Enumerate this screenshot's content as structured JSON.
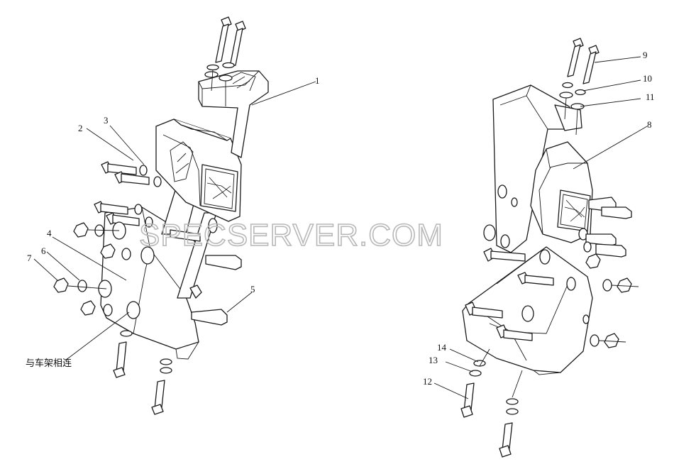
{
  "watermark": "SPECSERVER.COM",
  "labels": {
    "l1": "1",
    "l2": "2",
    "l3": "3",
    "l4": "4",
    "l5": "5",
    "l6": "6",
    "l7": "7",
    "l8": "8",
    "l9": "9",
    "l10": "10",
    "l11": "11",
    "l12": "12",
    "l13": "13",
    "l14": "14",
    "frame": "与车架相连"
  }
}
